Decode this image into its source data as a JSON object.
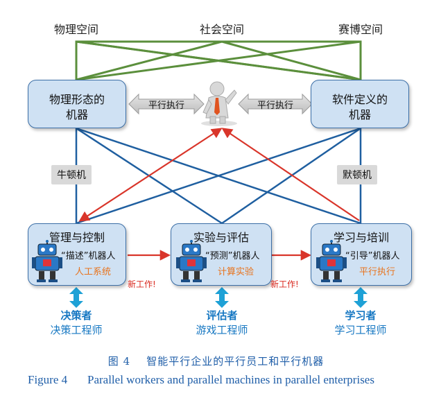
{
  "spaces": [
    "物理空间",
    "社会空间",
    "赛博空间"
  ],
  "machines": {
    "physical": {
      "line1": "物理形态的",
      "line2": "机器"
    },
    "software": {
      "line1": "软件定义的",
      "line2": "机器"
    }
  },
  "parallel_exec_left": "平行执行",
  "parallel_exec_right": "平行执行",
  "tags": {
    "newton": "牛顿机",
    "merton": "默顿机"
  },
  "systems": [
    {
      "title": "管理与控制",
      "robot": "“描述”机器人",
      "sub": "人工系统",
      "role": "决策者",
      "role_sub": "决策工程师"
    },
    {
      "title": "实验与评估",
      "robot": "“预测”机器人",
      "sub": "计算实验",
      "role": "评估者",
      "role_sub": "游戏工程师"
    },
    {
      "title": "学习与培训",
      "robot": "“引导”机器人",
      "sub": "平行执行",
      "role": "学习者",
      "role_sub": "学习工程师"
    }
  ],
  "new_work": [
    "新工作!",
    "新工作!"
  ],
  "caption": {
    "cn_num": "图 4",
    "cn_text": "智能平行企业的平行员工和平行机器",
    "en_num": "Figure 4",
    "en_text": "Parallel workers and parallel machines in parallel enterprises"
  },
  "colors": {
    "green": "#5b8f3c",
    "blue": "#1f5fa0",
    "red": "#d9352a",
    "cyan": "#1ea1d6",
    "orange": "#e8731c"
  }
}
